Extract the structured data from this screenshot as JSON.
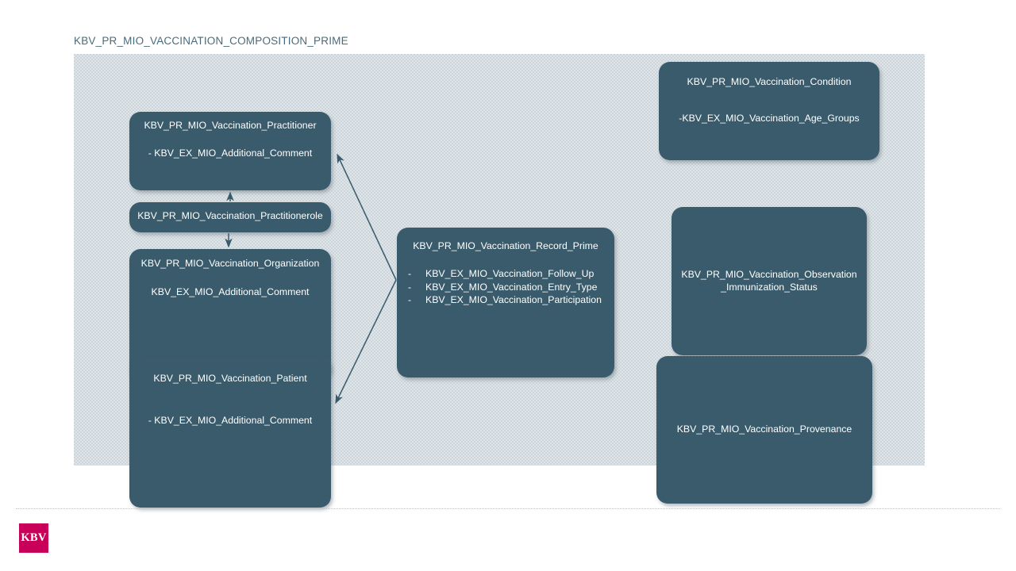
{
  "slide": {
    "title": "KBV_PR_MIO_VACCINATION_COMPOSITION_PRIME",
    "title_color": "#4a6b7c",
    "canvas_background": "#ccd5da",
    "node_fill": "#3a5b6c",
    "node_text_color": "#ffffff",
    "connector_color": "#3a5b6c"
  },
  "diagram": {
    "type": "node-graph",
    "nodes": [
      {
        "id": "practitioner",
        "title": "KBV_PR_MIO_Vaccination_Practitioner",
        "extensions": [
          "-  KBV_EX_MIO_Additional_Comment"
        ]
      },
      {
        "id": "practitionerole",
        "title": "KBV_PR_MIO_Vaccination_Practitionerole",
        "extensions": []
      },
      {
        "id": "organization",
        "title": "KBV_PR_MIO_Vaccination_Organization",
        "extensions": [
          "KBV_EX_MIO_Additional_Comment"
        ]
      },
      {
        "id": "patient",
        "title": "KBV_PR_MIO_Vaccination_Patient",
        "extensions": [
          "- KBV_EX_MIO_Additional_Comment"
        ]
      },
      {
        "id": "record-prime",
        "title": "KBV_PR_MIO_Vaccination_Record_Prime",
        "extensions": [
          "KBV_EX_MIO_Vaccination_Follow_Up",
          "KBV_EX_MIO_Vaccination_Entry_Type",
          "KBV_EX_MIO_Vaccination_Participation"
        ],
        "bullet": "-"
      },
      {
        "id": "condition",
        "title": "KBV_PR_MIO_Vaccination_Condition",
        "extensions": [
          "-KBV_EX_MIO_Vaccination_Age_Groups"
        ]
      },
      {
        "id": "observation",
        "title": "KBV_PR_MIO_Vaccination_Observation\n_Immunization_Status",
        "extensions": []
      },
      {
        "id": "provenance",
        "title": "KBV_PR_MIO_Vaccination_Provenance",
        "extensions": []
      }
    ],
    "edges": [
      {
        "from": "record-prime",
        "to": "practitioner",
        "arrow": "to"
      },
      {
        "from": "record-prime",
        "to": "patient",
        "arrow": "to"
      },
      {
        "from": "practitionerole",
        "to": "practitioner",
        "arrow": "to"
      },
      {
        "from": "practitionerole",
        "to": "organization",
        "arrow": "to"
      }
    ]
  },
  "footer": {
    "logo_text": "KBV",
    "logo_color": "#c8005a"
  }
}
